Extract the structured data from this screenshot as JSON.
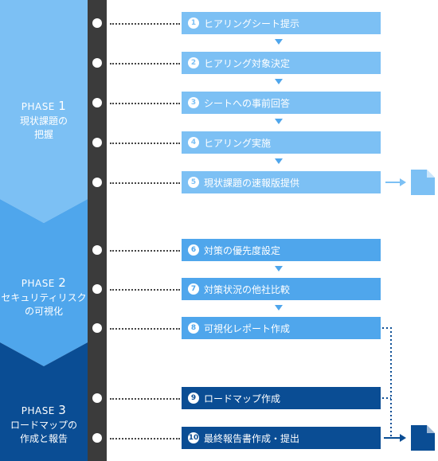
{
  "phases": [
    {
      "label": "PHASE",
      "num": "1",
      "sub": "現状課題の\n把握"
    },
    {
      "label": "PHASE",
      "num": "2",
      "sub": "セキュリティリスク\nの可視化"
    },
    {
      "label": "PHASE",
      "num": "3",
      "sub": "ロードマップの\n作成と報告"
    }
  ],
  "steps": [
    {
      "num": "1",
      "label": "ヒアリングシート提示"
    },
    {
      "num": "2",
      "label": "ヒアリング対象決定"
    },
    {
      "num": "3",
      "label": "シートへの事前回答"
    },
    {
      "num": "4",
      "label": "ヒアリング実施"
    },
    {
      "num": "5",
      "label": "現状課題の速報版提供"
    },
    {
      "num": "6",
      "label": "対策の優先度設定"
    },
    {
      "num": "7",
      "label": "対策状況の他社比較"
    },
    {
      "num": "8",
      "label": "可視化レポート作成"
    },
    {
      "num": "9",
      "label": "ロードマップ作成"
    },
    {
      "num": "10",
      "label": "最終報告書作成・提出"
    }
  ],
  "colors": {
    "phase1": "#7cc0f4",
    "phase2": "#4fa6ec",
    "phase3": "#0a4d94",
    "spine": "#3b3b3b"
  },
  "icons": [
    "document-icon",
    "document-icon"
  ]
}
